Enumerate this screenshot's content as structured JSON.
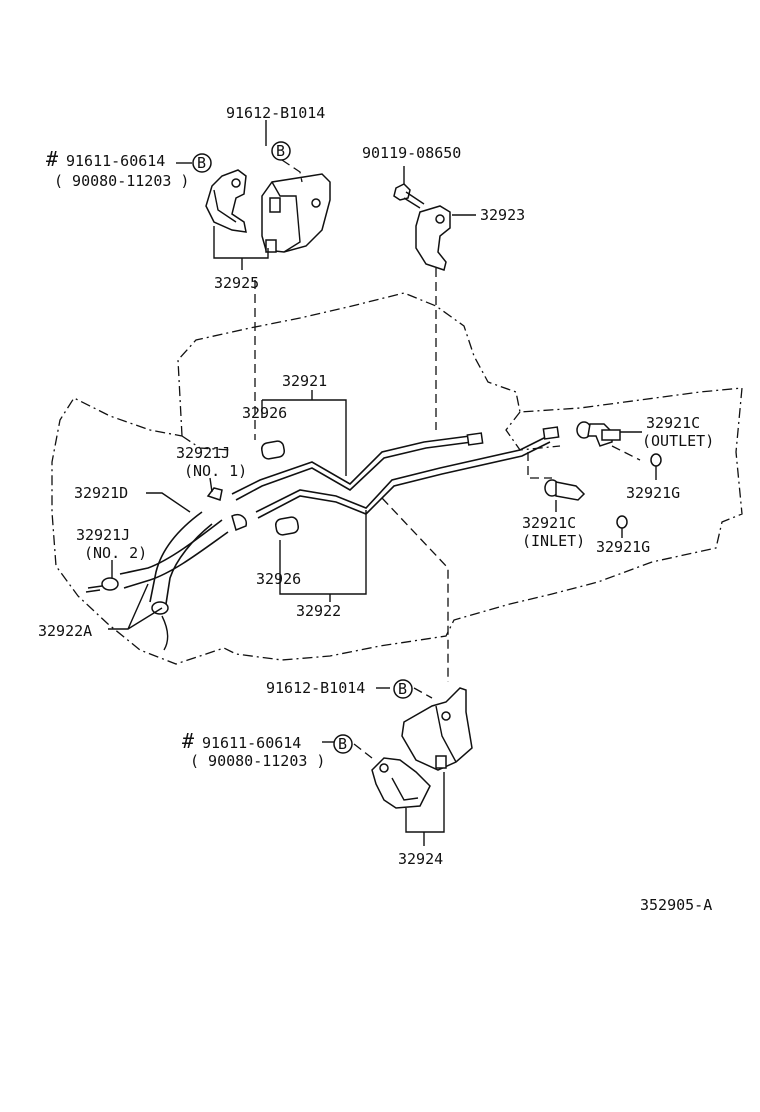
{
  "diagram_id": "352905-A",
  "labels": {
    "p91612_top": "91612-B1014",
    "p91611_top": "91611-60614",
    "p90080_top": "( 90080-11203 )",
    "p90119": "90119-08650",
    "p32923": "32923",
    "p32925": "32925",
    "p32921": "32921",
    "p32926_top": "32926",
    "p32921C_out": "32921C",
    "outlet": "(OUTLET)",
    "p32921J_1": "32921J",
    "no1": "(NO. 1)",
    "p32921G_top": "32921G",
    "p32921D": "32921D",
    "p32921C_in": "32921C",
    "inlet": "(INLET)",
    "p32921G_bot": "32921G",
    "p32921J_2": "32921J",
    "no2": "(NO. 2)",
    "p32926_bot": "32926",
    "p32922": "32922",
    "p32922A": "32922A",
    "p91612_bot": "91612-B1014",
    "p91611_bot": "91611-60614",
    "p90080_bot": "( 90080-11203 )",
    "p32924": "32924",
    "hash": "#",
    "circle_b": "B"
  },
  "colors": {
    "line": "#111111",
    "background": "#ffffff"
  }
}
